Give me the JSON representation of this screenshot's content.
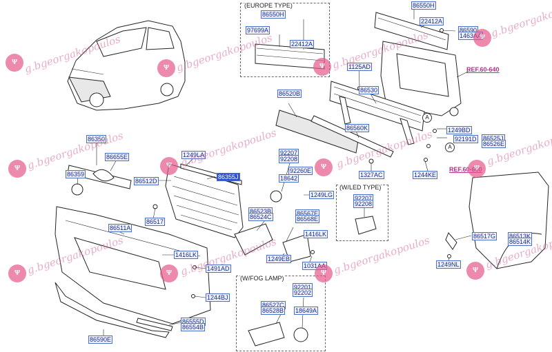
{
  "groups": {
    "europe": "(EUROPE TYPE)",
    "led": "(W/LED TYPE)",
    "fog": "(W/FOG LAMP)"
  },
  "refs": {
    "r1": "REF.60-640",
    "r2": "REF.60-660"
  },
  "callouts": {
    "a": "A"
  },
  "watermark": "g.bgeorgakopoulos",
  "logo_text": "Ψ",
  "labels": {
    "p86550h_e": "86550H",
    "p97699a": "97699A",
    "p22412a_e": "22412A",
    "p86550h": "86550H",
    "p22412a": "22412A",
    "p86590": "86590",
    "p1463aa": "1463AA",
    "p1125ad": "1125AD",
    "p86530": "86530",
    "p86520b": "86520B",
    "p86560k": "86560K",
    "p1249bd": "1249BD",
    "p92191d": "92191D",
    "p86525j": "86525J",
    "p86526e": "86526E",
    "p1244ke": "1244KE",
    "p1327ac": "1327AC",
    "p86350": "86350",
    "p86655e": "86655E",
    "p86359": "86359",
    "p1249la": "1249LA",
    "p86355j": "86355J",
    "p86512d": "86512D",
    "p86517": "86517",
    "p92207": "92207",
    "p92208": "92208",
    "p92260e": "92260E",
    "p18642": "18642",
    "p1249lg": "1249LG",
    "p92207l": "92207",
    "p92208l": "92208",
    "p86523b": "86523B",
    "p86524c": "86524C",
    "p86567e": "86567E",
    "p86568e": "86568E",
    "p1416lk_c": "1416LK",
    "p1249eb": "1249EB",
    "p1031aa": "1031AA",
    "p86511a": "86511A",
    "p1416lk": "1416LK",
    "p1491ad": "1491AD",
    "p1244bj": "1244BJ",
    "p86555d": "86555D",
    "p86554b": "86554B",
    "p86590e": "86590E",
    "p92201": "92201",
    "p92202": "92202",
    "p86527c": "86527C",
    "p86528b": "86528B",
    "p18649a": "18649A",
    "p86517g": "86517G",
    "p86513k": "86513K",
    "p86514k": "86514K",
    "p1249nl": "1249NL"
  }
}
